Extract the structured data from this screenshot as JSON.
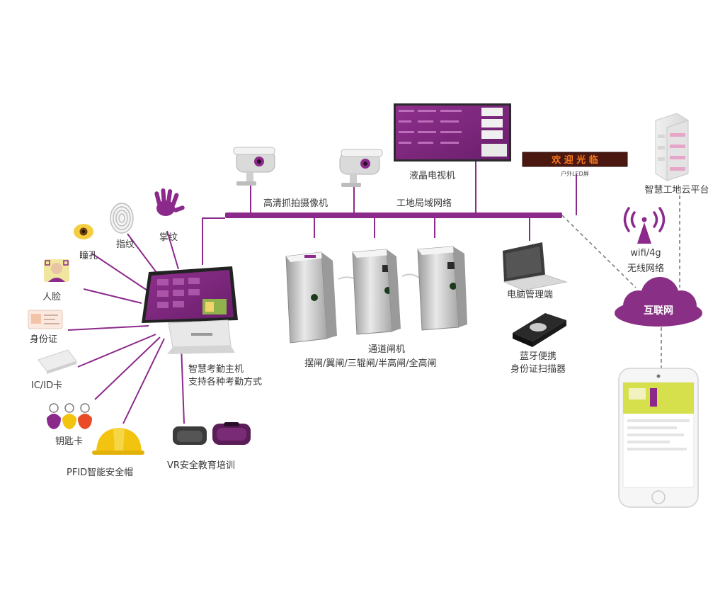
{
  "colors": {
    "purple": "#8b2a8a",
    "purple_dark": "#6e1e6e",
    "cloud": "#8a2f86",
    "led_text": "#ff7a1a",
    "helmet": "#f2c40f",
    "gray_line": "#7d7d7d"
  },
  "labels": {
    "camera": "高清抓拍摄像机",
    "tv": "液晶电视机",
    "lan": "工地局域网络",
    "led": "户外LED屏",
    "led_banner": "欢 迎 光 临",
    "cloud_platform": "智慧工地云平台",
    "wireless_1": "wifi/4g",
    "wireless_2": "无线网络",
    "internet": "互联网",
    "palm": "掌纹",
    "fingerprint": "指纹",
    "iris": "瞳孔",
    "face": "人脸",
    "id_card": "身份证",
    "ic_card": "IC/ID卡",
    "key_card": "钥匙卡",
    "helmet": "PFID智能安全帽",
    "vr": "VR安全教育培训",
    "host_1": "智慧考勤主机",
    "host_2": "支持各种考勤方式",
    "gate_1": "通道闸机",
    "gate_2": "摆闸/翼闸/三辊闸/半高闸/全高闸",
    "pc": "电脑管理端",
    "scanner_1": "蓝牙便携",
    "scanner_2": "身份证扫描器"
  },
  "icons": [
    "camera-icon",
    "tv-icon",
    "led-screen-icon",
    "cloud-server-icon",
    "wifi-tower-icon",
    "cloud-icon",
    "palm-icon",
    "fingerprint-icon",
    "eye-icon",
    "face-icon",
    "id-card-icon",
    "ic-card-icon",
    "key-fob-icon",
    "helmet-icon",
    "vr-headset-icon",
    "terminal-icon",
    "turnstile-icon",
    "laptop-icon",
    "scanner-icon",
    "smartphone-icon"
  ]
}
